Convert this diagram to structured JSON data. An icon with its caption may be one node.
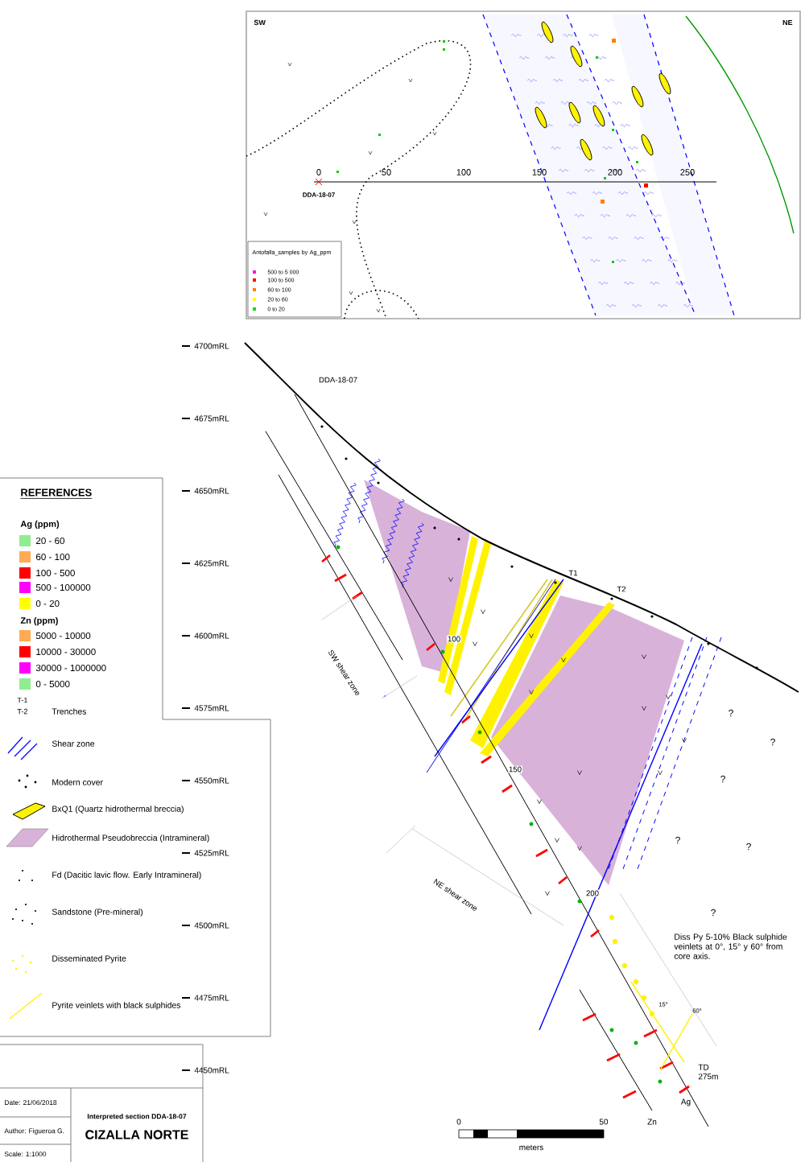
{
  "diagram": {
    "title": "CIZALLA NORTE",
    "labels": [
      "SW",
      "NE",
      "0",
      "50",
      "100",
      "150",
      "200",
      "250",
      "DDA-18-07",
      "Antofalla_samples by Ag_ppm",
      "4700mRL",
      "4675mRL",
      "4650mRL",
      "4625mRL",
      "4600mRL",
      "4575mRL",
      "4550mRL",
      "4525mRL",
      "4500mRL",
      "4475mRL",
      "4450mRL",
      "DDA-18-07",
      "T1",
      "T2",
      "100",
      "150",
      "200",
      "SW shear zone",
      "NE shear zone",
      "?",
      "?",
      "?",
      "?",
      "?",
      "?",
      "Diss Py 5-10% Black sulphide veinlets at 0°, 15° y 60° from core axis.",
      "15°",
      "60°",
      "TD 275m",
      "Ag",
      "0",
      "50",
      "Zn",
      "meters",
      "REFERENCES",
      "Ag (ppm)",
      "Zn (ppm)",
      "T-1",
      "T-2",
      "Date: 21/06/2018",
      "Author: Figueroa G.",
      "Scale: 1:1000",
      "Interpreted section DDA-18-07"
    ],
    "legend": [
      {
        "text": "500 to 5 000",
        "color": "#ff00ff"
      },
      {
        "text": "100 to 500",
        "color": "#ff0000"
      },
      {
        "text": "60 to 100",
        "color": "#ff8000"
      },
      {
        "text": "20 to 60",
        "color": "#ffff00"
      },
      {
        "text": "0 to 20",
        "color": "#00e000"
      },
      {
        "text": "20 - 60",
        "color": "#90ee90"
      },
      {
        "text": "60 - 100",
        "color": "#ffaa55"
      },
      {
        "text": "100 - 500",
        "color": "#ff0000"
      },
      {
        "text": "500 - 100000",
        "color": "#ff00ff"
      },
      {
        "text": "0 - 20",
        "color": "#ffff00"
      },
      {
        "text": "5000 - 10000",
        "color": "#ffaa55"
      },
      {
        "text": "10000 - 30000",
        "color": "#ff0000"
      },
      {
        "text": "30000 - 1000000",
        "color": "#ff00ff"
      },
      {
        "text": "0 - 5000",
        "color": "#90ee90"
      },
      {
        "text": "Trenches"
      },
      {
        "text": "Shear zone"
      },
      {
        "text": "Modern cover"
      },
      {
        "text": "BxQ1 (Quartz hidrothermal breccia)"
      },
      {
        "text": "Hidrothermal Pseudobreccia (Intramineral)"
      },
      {
        "text": "Fd (Dacitic lavic flow. Early Intramineral)"
      },
      {
        "text": "Sandstone (Pre-mineral)"
      },
      {
        "text": "Disseminated Pyrite"
      },
      {
        "text": "Pyrite veinlets with black sulphides"
      }
    ]
  }
}
